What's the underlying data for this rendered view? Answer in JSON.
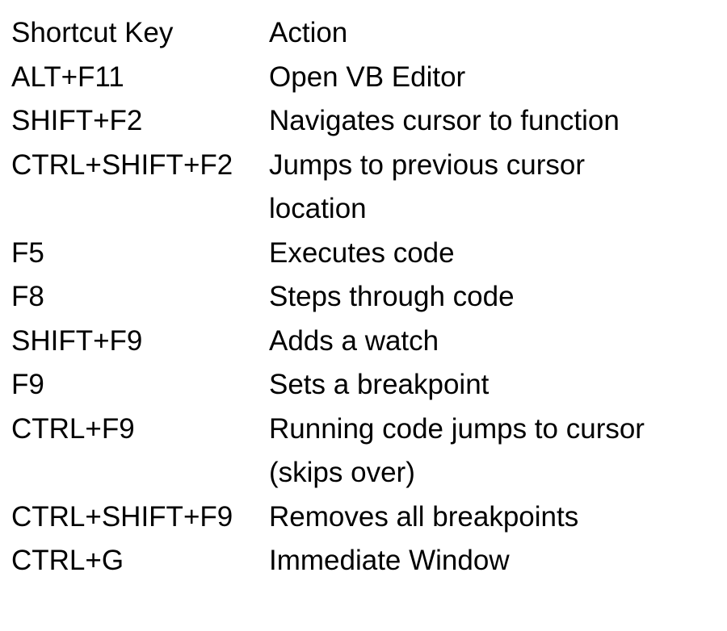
{
  "header": {
    "key": "Shortcut Key",
    "action": "Action"
  },
  "rows": [
    {
      "key": "ALT+F11",
      "action": [
        "Open VB Editor"
      ]
    },
    {
      "key": "SHIFT+F2",
      "action": [
        "Navigates cursor to function"
      ]
    },
    {
      "key": "CTRL+SHIFT+F2",
      "action": [
        "Jumps to previous cursor",
        "location"
      ]
    },
    {
      "key": "F5",
      "action": [
        "Executes code"
      ]
    },
    {
      "key": "F8",
      "action": [
        "Steps through code"
      ]
    },
    {
      "key": "SHIFT+F9",
      "action": [
        "Adds a watch"
      ]
    },
    {
      "key": "F9",
      "action": [
        "Sets a breakpoint"
      ]
    },
    {
      "key": "CTRL+F9",
      "action": [
        "Running code jumps to cursor",
        "(skips over)"
      ]
    },
    {
      "key": "CTRL+SHIFT+F9",
      "action": [
        "Removes all breakpoints"
      ]
    },
    {
      "key": "CTRL+G",
      "action": [
        "Immediate Window"
      ]
    }
  ]
}
